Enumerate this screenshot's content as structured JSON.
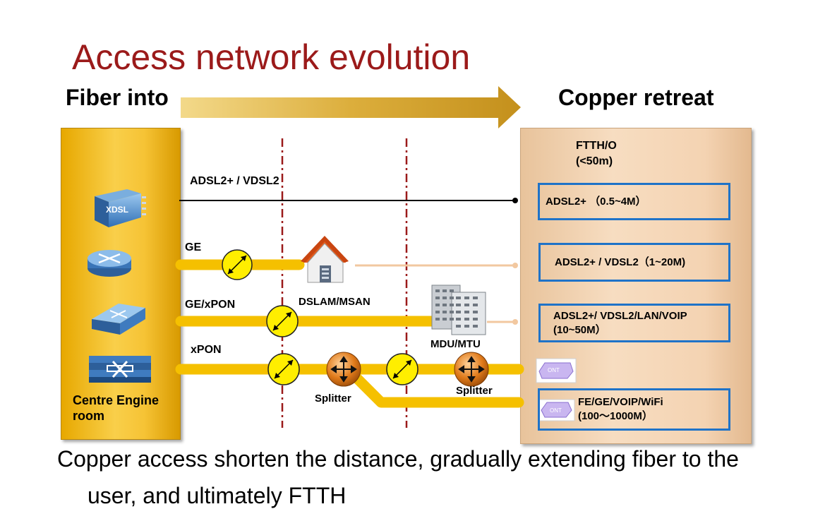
{
  "slide": {
    "title": "Access network evolution",
    "left_header": "Fiber into",
    "right_header": "Copper retreat",
    "left_panel": {
      "label_line1": "Centre Engine",
      "label_line2": "room"
    },
    "line_labels": {
      "adsl": "ADSL2+ / VDSL2",
      "ge": "GE",
      "gexpon": "GE/xPON",
      "xpon": "xPON"
    },
    "nodes": {
      "dslam": "DSLAM/MSAN",
      "mdu": "MDU/MTU",
      "splitter1": "Splitter",
      "splitter2": "Splitter",
      "xdsl_icon_text": "XDSL",
      "ont_text": "ONT"
    },
    "right_panel": {
      "ftth_line1": "FTTH/O",
      "ftth_line2": "(<50m)",
      "box1": "ADSL2+ （0.5~4M）",
      "box2": "ADSL2+ / VDSL2（1~20M)",
      "box3_line1": "ADSL2+/ VDSL2/LAN/VOIP",
      "box3_line2": "(10~50M）",
      "box4_line1": "FE/GE/VOIP/WiFi",
      "box4_line2": "(100～1000M）"
    },
    "footer_line1": "Copper access shorten the distance, gradually extending fiber to the",
    "footer_line2": "user, and ultimately FTTH",
    "colors": {
      "title": "#9b1a1a",
      "fiber": "#f5c000",
      "box_border": "#1f73c8",
      "dash": "#9b1a1a"
    }
  }
}
